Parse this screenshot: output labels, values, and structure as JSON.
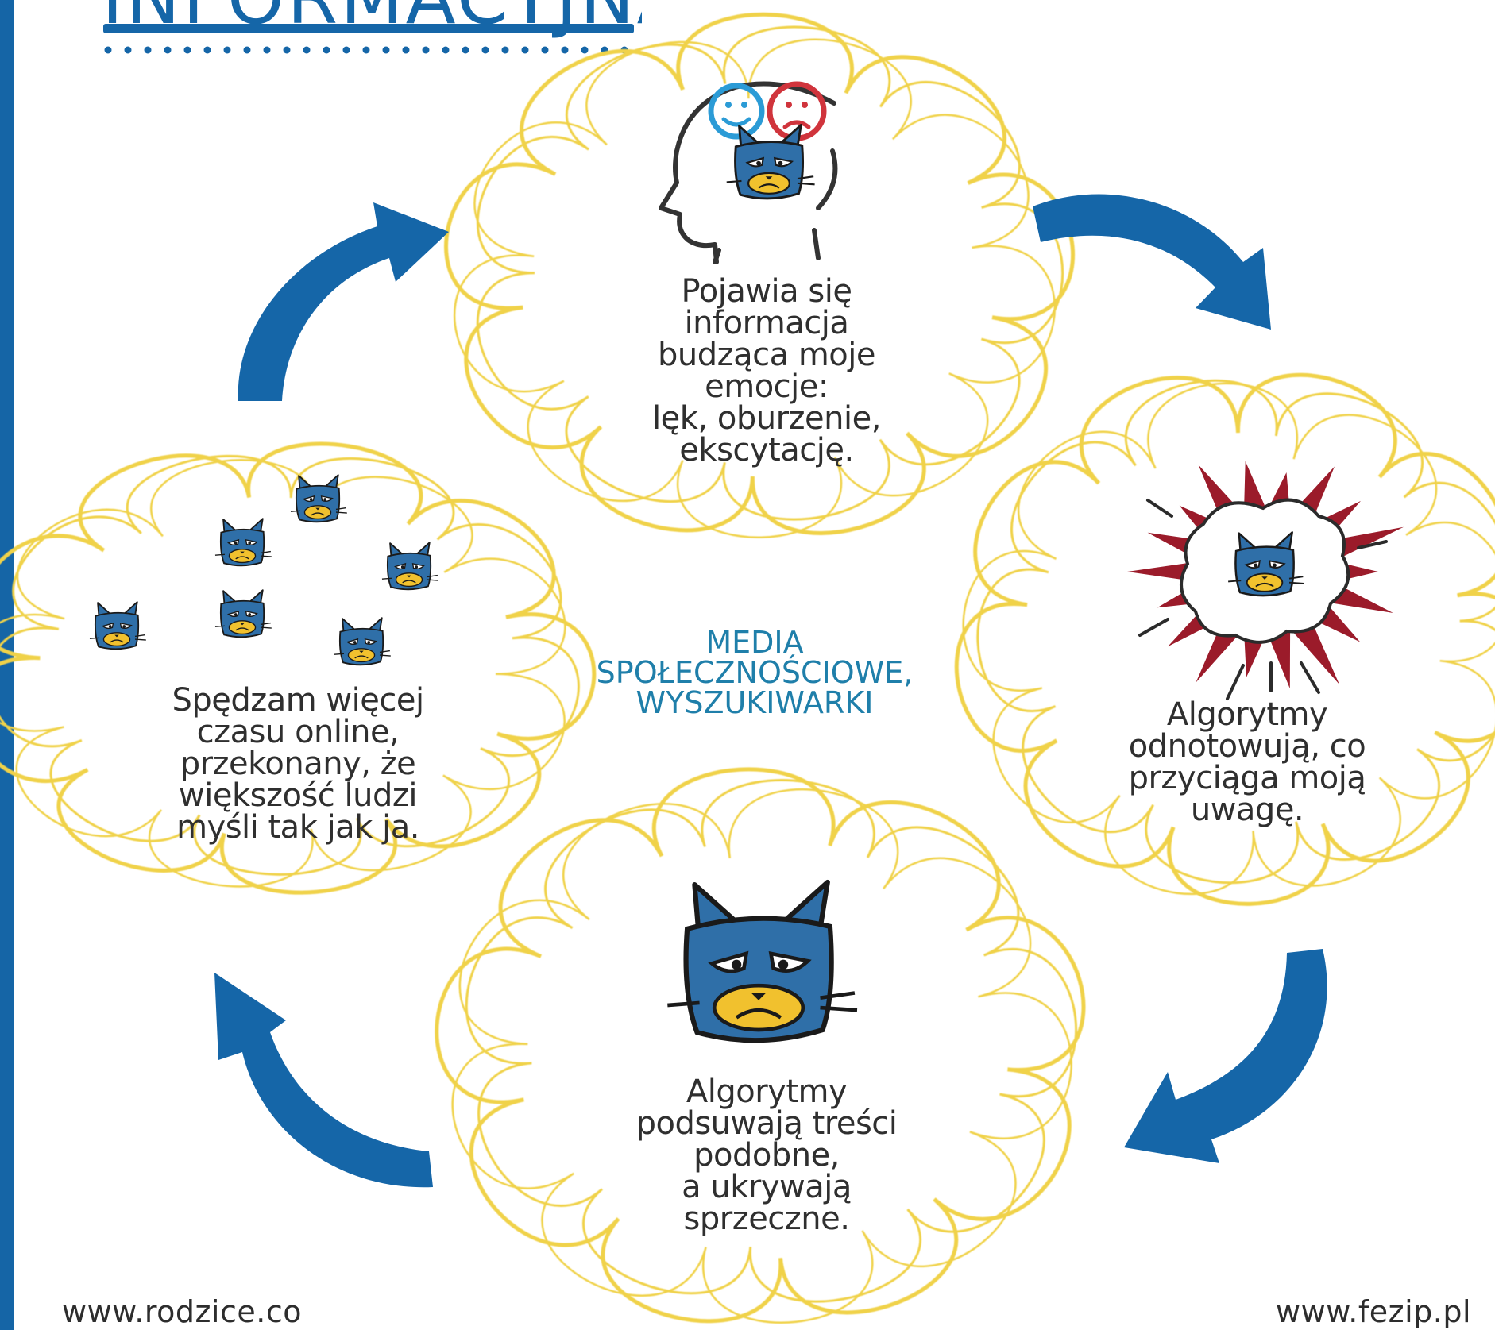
{
  "header": {
    "title_fragment": "INFORMACYJNA?"
  },
  "center_label": "MEDIA\nSPOŁECZNOŚCIOWE,\nWYSZUKIWARKI",
  "cycle_steps": [
    {
      "text": "Pojawia się\ninformacja\nbudząca moje\nemocje:\nlęk, oburzenie,\nekscytację."
    },
    {
      "text": "Algorytmy\nodnotowują, co\nprzyciąga moją\nuwagę."
    },
    {
      "text": "Algorytmy\npodsuwają treści\npodobne,\na ukrywają\nsprzeczne."
    },
    {
      "text": "Spędzam więcej\nczasu online,\nprzekonany, że\nwiększość ludzi\nmyśli tak jak ja."
    }
  ],
  "footer": {
    "left_url": "www.rodzice.co",
    "right_url": "www.fezip.pl"
  },
  "colors": {
    "accent_blue": "#1566a8",
    "cloud_outline": "#f0d24a",
    "cat_blue": "#2f6fa8",
    "cat_yellow": "#f1c12e",
    "center_text": "#1f7faa",
    "burst_red": "#9b1b2a",
    "smile_face": "#2b9bd6",
    "sad_face": "#d0343c"
  },
  "icons": [
    "head-emotions-icon",
    "explosion-cat-icon",
    "grumpy-cat-icon",
    "cat-crowd-icon",
    "cycle-arrow-icon"
  ]
}
